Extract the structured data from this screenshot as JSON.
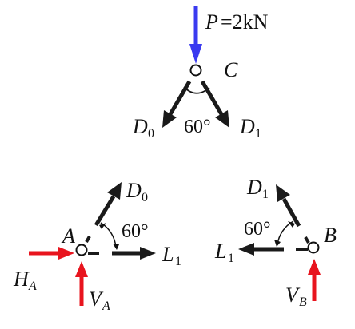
{
  "colors": {
    "applied_load": "#3a3af0",
    "reaction": "#e8141e",
    "member_force": "#1a1a1a"
  },
  "node_c": {
    "node": "C",
    "load_symbol": "P",
    "load_value": "=2kN",
    "force_left": "D",
    "force_left_sub": "0",
    "force_right": "D",
    "force_right_sub": "1",
    "angle": "60°"
  },
  "node_a": {
    "node": "A",
    "force_up": "D",
    "force_up_sub": "0",
    "force_right": "L",
    "force_right_sub": "1",
    "angle": "60°",
    "horizontal_reaction": "H",
    "horizontal_reaction_sub": "A",
    "vertical_reaction": "V",
    "vertical_reaction_sub": "A"
  },
  "node_b": {
    "node": "B",
    "force_up": "D",
    "force_up_sub": "1",
    "force_left": "L",
    "force_left_sub": "1",
    "angle": "60°",
    "vertical_reaction": "V",
    "vertical_reaction_sub": "B"
  }
}
